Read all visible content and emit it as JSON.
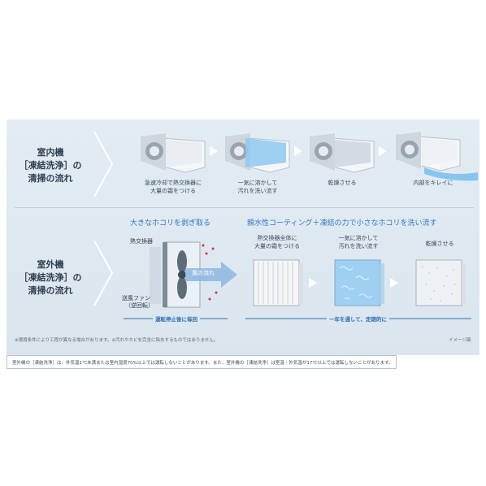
{
  "indoor": {
    "title_line1": "室内機",
    "title_line2": "［凍結洗浄］の",
    "title_line3": "清掃の流れ",
    "steps": [
      {
        "caption_line1": "急速冷却で熱交換器に",
        "caption_line2": "大量の霜をつける"
      },
      {
        "caption_line1": "一気に溶かして",
        "caption_line2": "汚れを洗い流す"
      },
      {
        "caption_line1": "乾燥させる",
        "caption_line2": ""
      },
      {
        "caption_line1": "内部をキレイに",
        "caption_line2": ""
      }
    ]
  },
  "outdoor": {
    "title_line1": "室外機",
    "title_line2": "［凍結洗浄］の",
    "title_line3": "清掃の流れ",
    "heading_left": "大きなホコリを剥ぎ取る",
    "heading_right": "親水性コーティング＋凍結の力で小さなホコリを洗い流す",
    "heat_exchanger_label": "熱交換器",
    "fan_label_line1": "送風ファン",
    "fan_label_line2": "（逆回転）",
    "wind_label": "風の流れ",
    "steps": [
      {
        "caption_line1": "熱交換器全体に",
        "caption_line2": "大量の霜をつける"
      },
      {
        "caption_line1": "一気に溶かして",
        "caption_line2": "汚れを洗い流す"
      },
      {
        "caption_line1": "乾燥させる",
        "caption_line2": ""
      }
    ],
    "under_left": "運転停止後に毎回",
    "under_right": "一年を通して、定期的に"
  },
  "note_left": "※環境条件により工程が異なる場合があります。※汚れやカビを完全に除去するものではありません。",
  "note_right": "イメージ図",
  "footer": "室外機の［凍結洗浄］は、外気温1℃未満または室内湿度70%以上では運転しないことがあります。また、室外機の［凍結洗浄］は室温・外気温が17℃以上では運転しないことがあります。",
  "colors": {
    "panel": "#dde7ef",
    "accent_blue": "#2f78c2",
    "chevron": "#ffffff",
    "frost": "#9fd0f2"
  }
}
